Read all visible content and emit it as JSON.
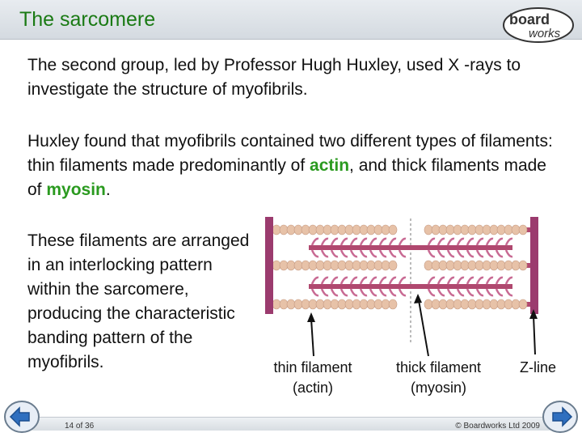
{
  "header": {
    "title": "The sarcomere",
    "logo_text_1": "board",
    "logo_text_2": "works"
  },
  "body": {
    "p1": "The second group, led by Professor Hugh Huxley, used X -rays to investigate the structure of myofibrils.",
    "p2_a": "Huxley found that myofibrils contained two different types of filaments: thin filaments made predominantly of ",
    "p2_actin": "actin",
    "p2_b": ", and thick filaments made of ",
    "p2_myosin": "myosin",
    "p2_c": ".",
    "p3": "These filaments are arranged in an interlocking pattern within the sarcomere, producing the characteristic banding pattern of the myofibrils."
  },
  "diagram": {
    "labels": {
      "thin_1": "thin filament",
      "thin_2": "(actin)",
      "thick_1": "thick filament",
      "thick_2": "(myosin)",
      "z_line": "Z-line"
    },
    "colors": {
      "z_line": "#9b3b6e",
      "filament": "#b0486f",
      "bead": "#e7c2a8",
      "head": "#c86a93"
    }
  },
  "footer": {
    "slide_number": "14 of 36",
    "copyright": "© Boardworks Ltd 2009"
  },
  "nav": {
    "prev_icon": "arrow-left-icon",
    "next_icon": "arrow-right-icon"
  }
}
